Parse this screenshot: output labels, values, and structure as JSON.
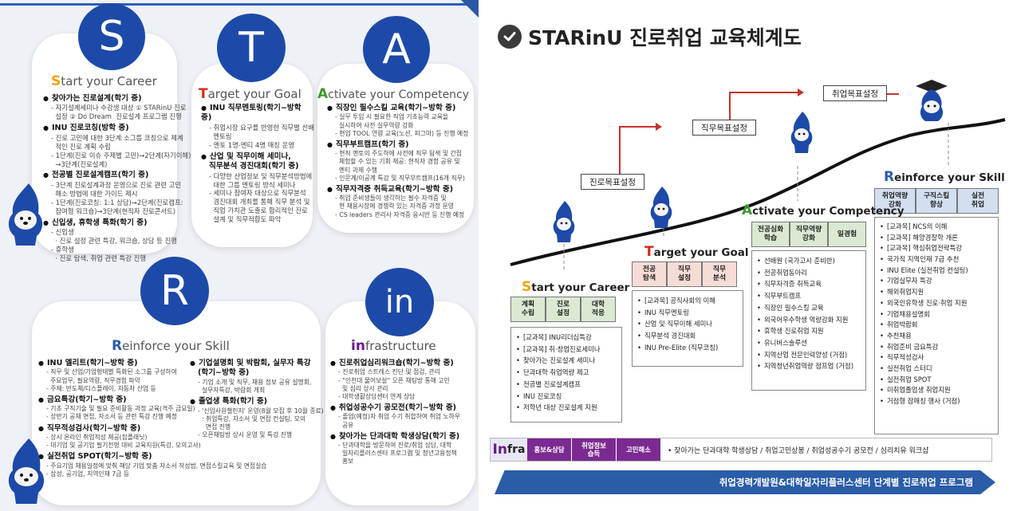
{
  "left": {
    "S": {
      "letter": "S",
      "title_first": "S",
      "title_rest": "tart your Career",
      "items": [
        {
          "h": "찾아가는 진로설계(학기 중)",
          "s": [
            "- 자기설계세미나 수강생 대상 ① STARinU 진로",
            "  설정 ② Do Dream  진로설계 프로그램 진행"
          ]
        },
        {
          "h": "INU 진로코칭(방학 중)",
          "s": [
            "- 진로 고민에 대한 3단계 소그룹 코칭으로 체계",
            "  적인 진로 계획 수립",
            "- 1단계(진로 이슈 주제별 고민)→2단계(자기이해)",
            "  →3단계(진로설계)"
          ]
        },
        {
          "h": "전공별 진로설계캠프(학기 중)",
          "s": [
            "- 3단계 진로설계과정 운영으로 진로 관련 고민",
            "  해소 방법에 대한 가이드 제시",
            "- 1단계(진로코칭: 1:1 상담)→2단계(진로캠프:",
            "  참여형 워크숍)→3단계(현직자 진로콘서트)"
          ]
        },
        {
          "h": "신입생, 휴학생 특화(학기 중)",
          "s": [
            "- 신입생",
            "  · 진로 설정 관련 특강, 워크숍, 상담 등 진행",
            "- 휴학생",
            "  · 진로 탐색, 취업 관련 특강 진행"
          ]
        }
      ]
    },
    "T": {
      "letter": "T",
      "title_first": "T",
      "title_rest": "arget your Goal",
      "items": [
        {
          "h": "INU 직무멘토링(학기~방학 중)",
          "s": [
            "- 취업시장 요구를 반영한 직무별 선배",
            "  멘토링",
            "- 멘토 1명-멘티 4명 매칭 운영"
          ]
        },
        {
          "h": "산업 및 직무이해 세미나,",
          "h2": "직무분석 경진대회(학기 중)",
          "s": [
            "- 다양한 산업정보 및 직무분석방법에",
            "  대한 그룹 멘토링 방식 세미나",
            "- 세미나 참여자 대상으로 직무분석",
            "  경진대회 개최를 통해 직무 분석 및",
            "  직업 가치관 도출로 합리적인 진로",
            "  설계 및 직무적합도 파악"
          ]
        }
      ]
    },
    "A": {
      "letter": "A",
      "title_first": "A",
      "title_rest": "ctivate your Competency",
      "items": [
        {
          "h": "직장인 필수스킬 교육(학기~방학 중)",
          "s": [
            "- 실무 투입 시 필요한 직업 기초능력 교육을",
            "  실시하여 사전 실무역량 강화",
            "- 현업 TOOL 연렴 교육(노션, 피그마) 등 진행 예정"
          ]
        },
        {
          "h": "직무부트캠프(학기 중)",
          "s": [
            "- 현직 멘토의 주도하에 사전에 직무 탐색 및 간접",
            "  체험할 수 있는 기회 제공: 현직자 경험 공유 및",
            "  멘티 과제 수행",
            "- 인문계/이공계 특강 및 직무부트캠프(16개 직무)"
          ]
        },
        {
          "h": "직무자격증 취득교육(학기~방학 중)",
          "s": [
            "- 취업 준비생들이 생각하는 필수 자격증 및",
            "  현 채용시장에 경쟁력 있는 자격증 과정 운영",
            "- CS leaders 관리사 자격증 응시반 등 진행 예정"
          ]
        }
      ]
    },
    "R": {
      "letter": "R",
      "title_first": "R",
      "title_rest": "einforce your Skill",
      "col1": [
        {
          "h": "INU 엘리트(학기~방학 중)",
          "s": [
            "- 직무 및 산업/기업형태별 특화된 소그룹 구성하여",
            "  주요업무, 필요역량, 직무경험 파악",
            "- 주제: 반도체/디스플레이, 자동차 산업 등"
          ]
        },
        {
          "h": "금요특강(학기~방학 중)",
          "s": [
            "- 기초 구직기술 및 필요 준비활동 과정 교육(격주 금요일)",
            "- 상반기 공채 면접, 자소서 등 관련 특강 진행 예정"
          ]
        },
        {
          "h": "직무적성검사(학기~방학 중)",
          "s": [
            "- 상시 온라인 취업적성 제공(잡플래닛)",
            "- 대기업 및 공기업 필기전형 대비 교육지원(특강, 모의고사)"
          ]
        },
        {
          "h": "실전취업 SPOT(학기~방학 중)",
          "s": [
            "- 주요기업 채용일정에 맞춰 해당 기업 맞춤 자소서 작성법, 면접스킬교육 및 면접실습",
            "- 삼성, 공기업, 지역인재 7급 등"
          ]
        }
      ],
      "col2": [
        {
          "h": "기업설명회 및 박람회, 실무자 특강",
          "h2": "(학기~방학 중)",
          "s": [
            "- 기업 소개 및 직무, 채용 정보 공유 설명회,",
            "  실무자특강, 박람회 개최"
          ]
        },
        {
          "h": "졸업생 특화(학기 중)",
          "s": [
            "- '신입사원챌린지' 운영(8월 모집 후 10월 종료)",
            "  : 취업특강, 자소서 및 면접 컨설팅, 모의",
            "    면접 진행",
            "- 오픈채팅방 상시 운영 및 특강 진행"
          ]
        }
      ]
    },
    "in": {
      "letter": "in",
      "title_first": "in",
      "title_rest": "frastructure",
      "items": [
        {
          "h": "진로취업심리워크숍(학기~방학 중)",
          "s": [
            "- 진로취업 스트레스 진단 및 점검, 관리",
            "- \"인천대 물어보살\" 오픈 채팅방 통해 고민",
            "  및 심리 상시 관리",
            "- 대학생활상담센터 연계 상담"
          ]
        },
        {
          "h": "취업성공수기 공모전(학기~방학 중)",
          "s": [
            "- 졸업(예정)자 취업 수기 취합하여 취업 노하우",
            "  공유"
          ]
        },
        {
          "h": "찾아가는 단과대학 학생상담(학기 중)",
          "s": [
            "- 단과대학을 방문하여 진로/취업 상담, 대학",
            "  일자리플러스센터 프로그램 및 청년고용정책",
            "  홍보"
          ]
        }
      ]
    }
  },
  "right": {
    "title": "STARinU 진로취업 교육체계도",
    "goals": {
      "career": "진로목표설정",
      "job": "직무목표설정",
      "employ": "취업목표설정"
    },
    "start": {
      "title_first": "S",
      "title_rest": "tart your Career",
      "cells": [
        "계획\n수립",
        "진로\n설정",
        "대학\n적응"
      ],
      "items": [
        "[교과목] INU리더십특강",
        "[교과목] 취·창업진로세미나",
        "찾아가는 진로설계 세미나",
        "단과대학 취업역량 제고",
        "전공별 진로설계캠프",
        "INU 진로코칭",
        "저학년 대상 진로설계 지원"
      ]
    },
    "target": {
      "title_first": "T",
      "title_rest": "arget your Goal",
      "cells": [
        "전공\n탐색",
        "직무\n설정",
        "직무\n분석"
      ],
      "items": [
        "[교과목] 공직사회의 이해",
        "INU 직무멘토링",
        "산업 및 직무이해 세미나",
        "직무분석 경진대회",
        "INU Pre-Elite (직무코칭)"
      ]
    },
    "activate": {
      "title_first": "A",
      "title_rest": "ctivate your Competency",
      "cells": [
        "전공심화\n학습",
        "직무역량\n강화",
        "일경험"
      ],
      "items": [
        "선배원 (국가고시 준비반)",
        "전공취업동아리",
        "직무자격증 취득교육",
        "직무부트캠프",
        "직장인 필수스킬 교육",
        "외국어우수학생 역량강화 지원",
        "휴학생 진로취업 지원",
        "유니버스솔루션",
        "지역산업 전문인력양성 (거점)",
        "지역청년취업역량 점프업 (거점)"
      ]
    },
    "reinforce": {
      "title_first": "R",
      "title_rest": "einforce your Skill",
      "cells": [
        "취업역량\n강화",
        "구직스킬\n향상",
        "실전\n취업"
      ],
      "items": [
        "[교과목] NCS의 이해",
        "[교과목] 해양경찰학 개론",
        "[교과목] 핵심취업전략특강",
        "국가직 지역인재 7급 추천",
        "INU Elite (실전취업 컨설팅)",
        "기업실무자 특강",
        "해외취업지원",
        "외국인유학생 진로·취업 지원",
        "기업채용설명회",
        "취업박람회",
        "추천채용",
        "취업준비 금요특강",
        "직무적성검사",
        "실전취업 스터디",
        "실전취업 SPOT",
        "미취업졸업생 취업지원",
        "거점형 잡매칭 행사 (거점)"
      ]
    },
    "infra": {
      "label_first": "In",
      "label_rest": "fra",
      "tags": [
        "홍보&상담",
        "취업정보\n습득",
        "고민해소"
      ],
      "text": "•  찾아가는 단과대학 학생상담  /  취업고민상봉  /  취업성공수기 공모전  /  심리치유 워크샵"
    },
    "banner": "취업경력개발원&대학일자리플러스센터 단계별 진로취업 프로그램"
  },
  "colors": {
    "navy": "#1d4aa8",
    "accent_orange": "#f2a007",
    "accent_red": "#d42b1a",
    "accent_green": "#3c9a2c",
    "accent_blue": "#2b5ca6",
    "accent_purple": "#6a1a8a",
    "banner": "#2a5ca8"
  }
}
